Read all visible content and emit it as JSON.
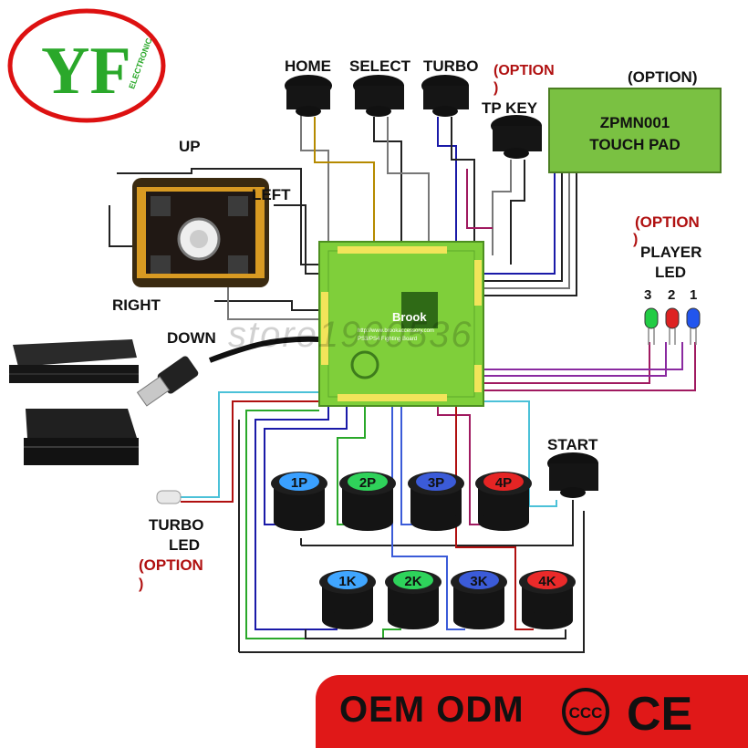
{
  "brand": {
    "logo_letters": "YF",
    "logo_text": "ELECTRONIC"
  },
  "labels": {
    "home": "HOME",
    "select": "SELECT",
    "turbo": "TURBO",
    "option_top": "(OPTION",
    "option_paren_top": ")",
    "tp_key": "TP KEY",
    "touchpad_option": "(OPTION)",
    "touchpad_line1": "ZPMN001",
    "touchpad_line2": "TOUCH PAD",
    "up": "UP",
    "left": "LEFT",
    "right": "RIGHT",
    "down": "DOWN",
    "player_option": "(OPTION",
    "player_paren": ")",
    "player_line1": "PLAYER",
    "player_line2": "LED",
    "led_nums": [
      "3",
      "2",
      "1"
    ],
    "start": "START",
    "turbo_led_line1": "TURBO",
    "turbo_led_line2": "LED",
    "turbo_option": "(OPTION",
    "turbo_paren": ")"
  },
  "pcb": {
    "brand": "Brook",
    "url": "http://www.brookaccessory.com",
    "model": "PS3/PS4 Fighting Board"
  },
  "watermark": "store1900536",
  "buttons_p": [
    {
      "label": "1P",
      "color": "#3aa0ff"
    },
    {
      "label": "2P",
      "color": "#2fd25a"
    },
    {
      "label": "3P",
      "color": "#3b5bd8"
    },
    {
      "label": "4P",
      "color": "#e52424"
    }
  ],
  "buttons_k": [
    {
      "label": "1K",
      "color": "#40a6ff"
    },
    {
      "label": "2K",
      "color": "#2ed35b"
    },
    {
      "label": "3K",
      "color": "#3b5bd8"
    },
    {
      "label": "4K",
      "color": "#ea2a2a"
    }
  ],
  "player_led_colors": [
    "#22cc44",
    "#dd2222",
    "#2255ee"
  ],
  "footer": {
    "text": "OEM ODM",
    "cert1": "CCC",
    "cert2": "CE"
  },
  "colors": {
    "pcb_green": "#7fcf3a",
    "touchpad_green": "#7ac142",
    "footer_red": "#e01818",
    "option_red": "#b01010"
  }
}
